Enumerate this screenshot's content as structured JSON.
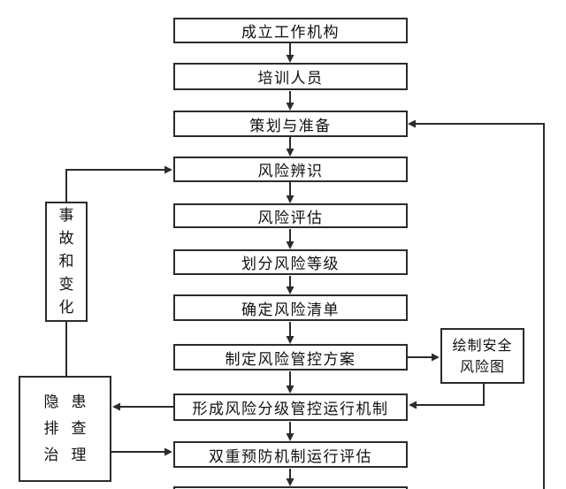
{
  "flow": {
    "background_color": "#ffffff",
    "line_color": "#2b2b2b",
    "text_color": "#111111",
    "main_steps": [
      {
        "id": "establish-org",
        "label": "成立工作机构"
      },
      {
        "id": "train-personnel",
        "label": "培训人员"
      },
      {
        "id": "plan-prepare",
        "label": "策划与准备"
      },
      {
        "id": "risk-identification",
        "label": "风险辨识"
      },
      {
        "id": "risk-assessment",
        "label": "风险评估"
      },
      {
        "id": "risk-grading",
        "label": "划分风险等级"
      },
      {
        "id": "risk-list",
        "label": "确定风险清单"
      },
      {
        "id": "control-plan",
        "label": "制定风险管控方案"
      },
      {
        "id": "control-mechanism",
        "label": "形成风险分级管控运行机制"
      },
      {
        "id": "dual-prevention-eval",
        "label": "双重预防机制运行评估"
      }
    ],
    "side_boxes": {
      "accident_change": {
        "label": "事故和变化",
        "chars": [
          "事",
          "故",
          "和",
          "变",
          "化"
        ]
      },
      "hazard_treatment": {
        "label": "隐患排查治理",
        "lines": [
          "隐患",
          "排查",
          "治理"
        ]
      },
      "safety_risk_map": {
        "label": "绘制安全风险图",
        "lines": [
          "绘制安全",
          "风险图"
        ]
      }
    }
  }
}
